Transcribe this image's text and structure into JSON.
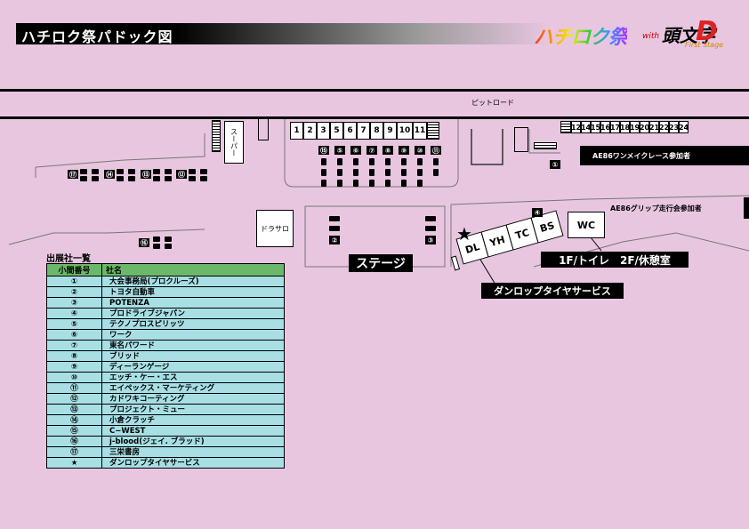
{
  "title": "ハチロク祭パドック図",
  "logo": {
    "main": "ハチロク祭",
    "with": "with",
    "sub": "頭文字",
    "d": "D",
    "tagline": "First Stage"
  },
  "pit_road_label": "ピットロード",
  "pit_boxes": [
    "1",
    "2",
    "3",
    "5",
    "6",
    "7",
    "8",
    "9",
    "10",
    "11"
  ],
  "right_pit_boxes": [
    "12",
    "14",
    "15",
    "16",
    "17",
    "18",
    "19",
    "20",
    "21",
    "22",
    "23",
    "24"
  ],
  "super_label": "スーパー",
  "dorasaro_label": "ドラサロ",
  "stage_label": "ステージ",
  "ae86_one_make_label": "AE86ワンメイクレース参加者",
  "ae86_grip_label": "AE86グリップ走行会参加者",
  "wc_label": "WC",
  "toilet_rest_label": "1F/トイレ　2F/休憩室",
  "tent_labels": [
    "DL",
    "YH",
    "TC",
    "BS"
  ],
  "star": "★",
  "dunlop_service_label": "ダンロップタイヤサービス",
  "booth_tags": {
    "b1": "①",
    "b2": "②",
    "b3": "③",
    "b4": "④",
    "b5": "⑤",
    "b6": "⑥",
    "b7": "⑦",
    "b8": "⑧",
    "b9": "⑨",
    "b10": "⑩",
    "b11": "⑪",
    "b12": "⑫",
    "b13": "⑬",
    "b14": "⑭",
    "b15": "⑮",
    "b16": "⑯",
    "b17": "⑰"
  },
  "exhibitors": {
    "heading": "出展社一覧",
    "columns": [
      "小間番号",
      "社名"
    ],
    "rows": [
      {
        "num": "①",
        "name": "大会事務局(プロクルーズ)"
      },
      {
        "num": "②",
        "name": "トヨタ自動車"
      },
      {
        "num": "③",
        "name": "POTENZA"
      },
      {
        "num": "④",
        "name": "プロドライブジャパン"
      },
      {
        "num": "⑤",
        "name": "テクノプロスピリッツ"
      },
      {
        "num": "⑥",
        "name": "ワーク"
      },
      {
        "num": "⑦",
        "name": "東名パワード"
      },
      {
        "num": "⑧",
        "name": "ブリッド"
      },
      {
        "num": "⑨",
        "name": "ディーランゲージ"
      },
      {
        "num": "⑩",
        "name": "エッチ・ケー・エス"
      },
      {
        "num": "⑪",
        "name": "エイペックス・マーケティング"
      },
      {
        "num": "⑫",
        "name": "カドワキコーティング"
      },
      {
        "num": "⑬",
        "name": "プロジェクト・ミュー"
      },
      {
        "num": "⑭",
        "name": "小倉クラッチ"
      },
      {
        "num": "⑮",
        "name": "C−WEST"
      },
      {
        "num": "⑯",
        "name": "j-blood(ジェイ. ブラッド)"
      },
      {
        "num": "⑰",
        "name": "三栄書房"
      },
      {
        "num": "★",
        "name": "ダンロップタイヤサービス"
      }
    ]
  }
}
